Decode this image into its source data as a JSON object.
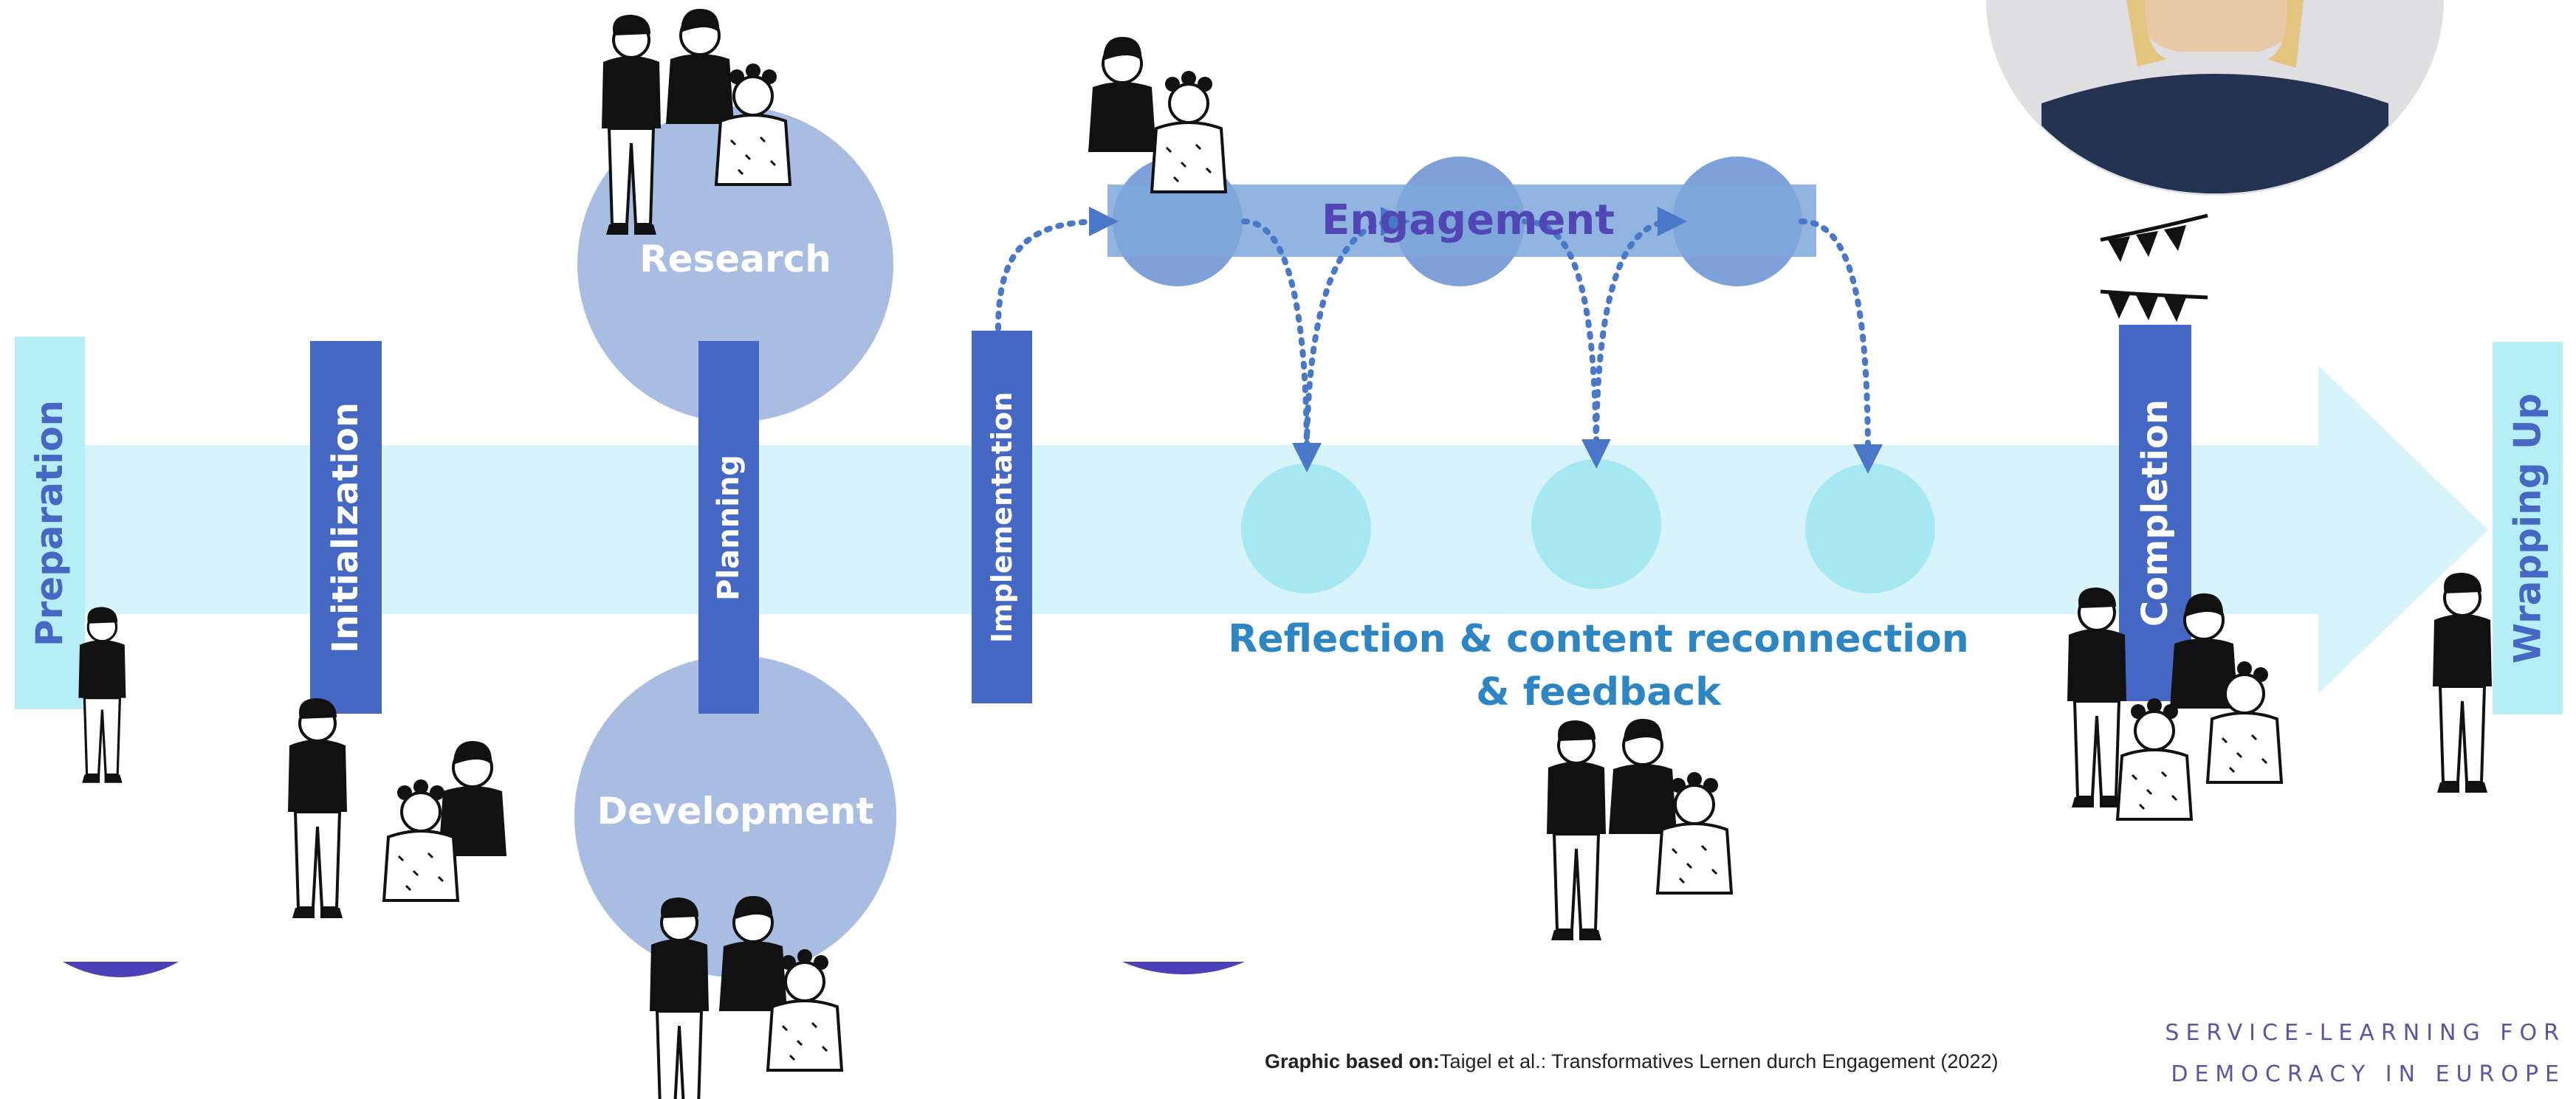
{
  "phases": {
    "preparation": "Preparation",
    "initialization": "Initialization",
    "planning": "Planning",
    "implementation": "Implementation",
    "completion": "Completion",
    "wrapping_up": "Wrapping Up"
  },
  "circles": {
    "research": "Research",
    "development": "Development"
  },
  "engagement": "Engagement",
  "reflection": {
    "line1": "Reflection & content reconnection",
    "line2": "& feedback"
  },
  "credit": {
    "prefix": "Graphic based on:",
    "text": "Taigel et al.: Transformatives Lernen durch Engagement (2022)"
  },
  "brand": {
    "line1": "SERVICE-LEARNING FOR",
    "line2": "DEMOCRACY IN EUROPE"
  },
  "colors": {
    "arrow": "#d6f4fa",
    "bar_blue": "#4568c4",
    "label_cyan": "#b6eef6",
    "circle_lavender": "#a9bde2",
    "engage_band": "#7fa7db",
    "engage_circle": "#6a8fd4",
    "reflect_circle": "#a6e8f2",
    "reflection_text": "#2d86c4",
    "engagement_text": "#5146b4",
    "brand_text": "#5a56a3",
    "half_disc": "#4a40b8"
  }
}
